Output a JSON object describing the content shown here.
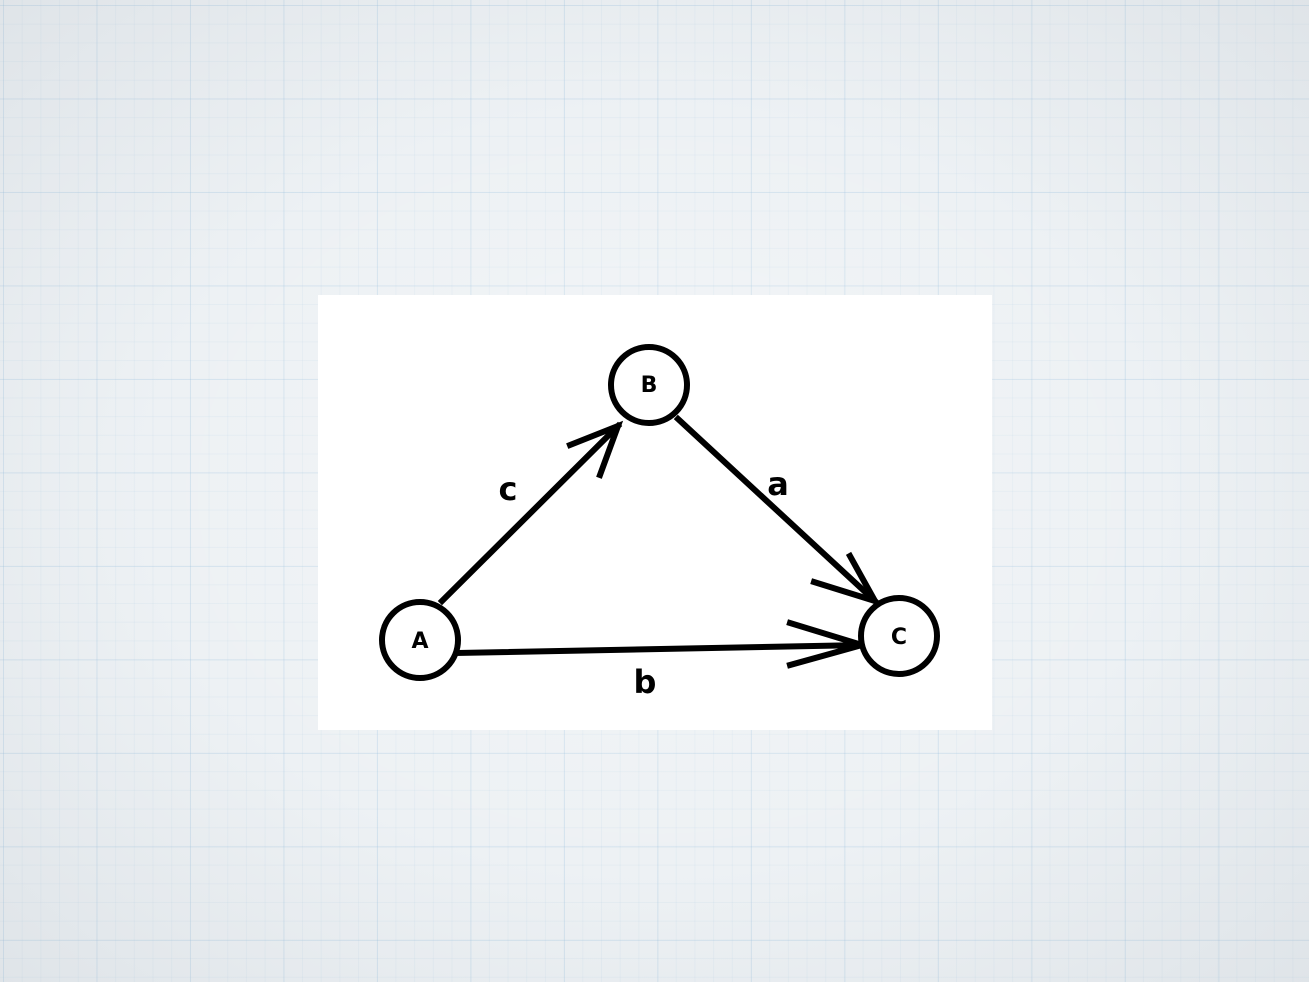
{
  "diagram": {
    "nodes": [
      {
        "id": "A",
        "label": "A"
      },
      {
        "id": "B",
        "label": "B"
      },
      {
        "id": "C",
        "label": "C"
      }
    ],
    "edges": [
      {
        "from": "A",
        "to": "B",
        "label": "c"
      },
      {
        "from": "B",
        "to": "C",
        "label": "a"
      },
      {
        "from": "A",
        "to": "C",
        "label": "b"
      }
    ]
  }
}
